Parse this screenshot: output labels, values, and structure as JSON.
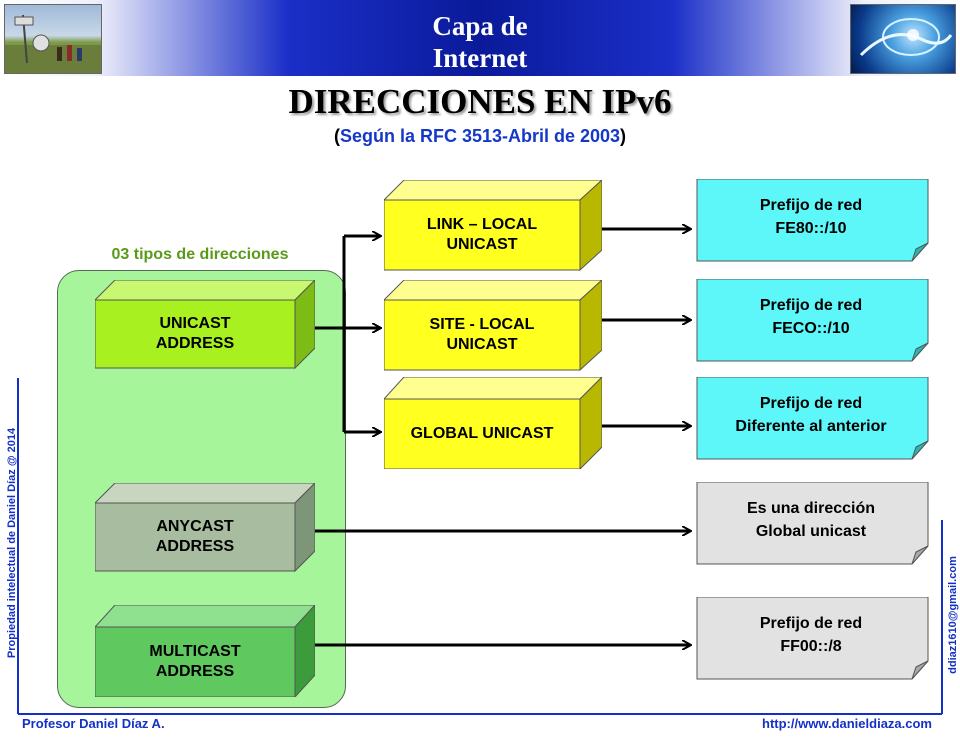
{
  "header": {
    "title_line1": "Capa de",
    "title_line2": "Internet"
  },
  "main_title": "DIRECCIONES EN IPv6",
  "subtitle": {
    "open": "(",
    "text": "Según la RFC 3513-Abril de 2003",
    "close": ")"
  },
  "group_label": "03 tipos de direcciones",
  "address_types": [
    {
      "line1": "UNICAST",
      "line2": "ADDRESS"
    },
    {
      "line1": "ANYCAST",
      "line2": "ADDRESS"
    },
    {
      "line1": "MULTICAST",
      "line2": "ADDRESS"
    }
  ],
  "unicast_types": [
    {
      "line1": "LINK – LOCAL",
      "line2": "UNICAST"
    },
    {
      "line1": "SITE - LOCAL",
      "line2": "UNICAST"
    },
    {
      "line1": "GLOBAL UNICAST",
      "line2": ""
    }
  ],
  "notes": [
    {
      "line1": "Prefijo de red",
      "line2": "FE80::/10"
    },
    {
      "line1": "Prefijo de red",
      "line2": "FECO::/10"
    },
    {
      "line1": "Prefijo de red",
      "line2": "Diferente al anterior"
    },
    {
      "line1": "Es una dirección",
      "line2": "Global unicast"
    },
    {
      "line1": "Prefijo de red",
      "line2": "FF00::/8"
    }
  ],
  "side_left_text": "Propiedad intelectual de Daniel Díaz @ 2014",
  "side_right_text": "ddiaz1610@gmail.com",
  "footer": {
    "author": "Profesor Daniel Díaz A.",
    "url": "http://www.danieldiaza.com"
  },
  "colors": {
    "header_blue": "#0a1a9a",
    "unicast_green": "#a8f020",
    "anycast_gray": "#a8bca0",
    "multicast_green": "#5fc85f",
    "yellow": "#ffff20",
    "cyan": "#5ef7f9",
    "gray_note": "#e2e2e2",
    "link_blue": "#1430c8"
  }
}
